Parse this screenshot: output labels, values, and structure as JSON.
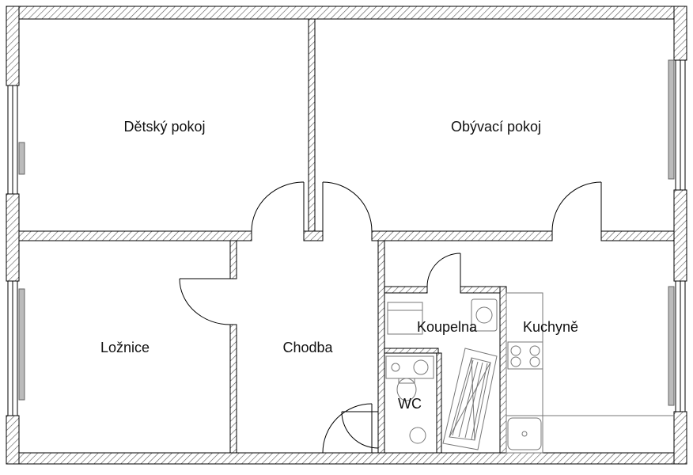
{
  "floor_plan": {
    "rooms": {
      "detsky_pokoj": "Dětský pokoj",
      "obyvaci_pokoj": "Obývací pokoj",
      "loznice": "Ložnice",
      "chodba": "Chodba",
      "koupelna": "Koupelna",
      "kuchyne": "Kuchyně",
      "wc": "WC"
    },
    "colors": {
      "wall_stroke": "#000000",
      "hatch": "#555555",
      "furniture": "#777777",
      "window_fill": "#bbbbbb"
    }
  }
}
